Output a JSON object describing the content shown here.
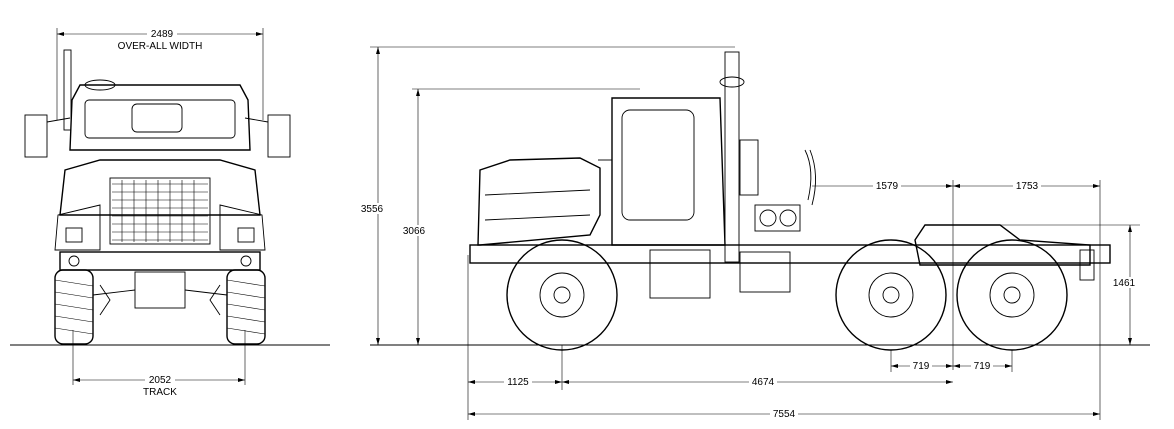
{
  "front_view": {
    "overall_width": "2489",
    "overall_width_caption": "OVER-ALL WIDTH",
    "track": "2052",
    "track_caption": "TRACK"
  },
  "side_view": {
    "overall_height": "3556",
    "cab_height": "3066",
    "fifth_wheel_height": "1461",
    "overall_length": "7554",
    "front_overhang": "1125",
    "wheelbase": "4674",
    "tandem_spacing_front": "719",
    "tandem_spacing_rear": "719",
    "fifth_wheel_offset": "1579",
    "rear_section": "1753"
  }
}
